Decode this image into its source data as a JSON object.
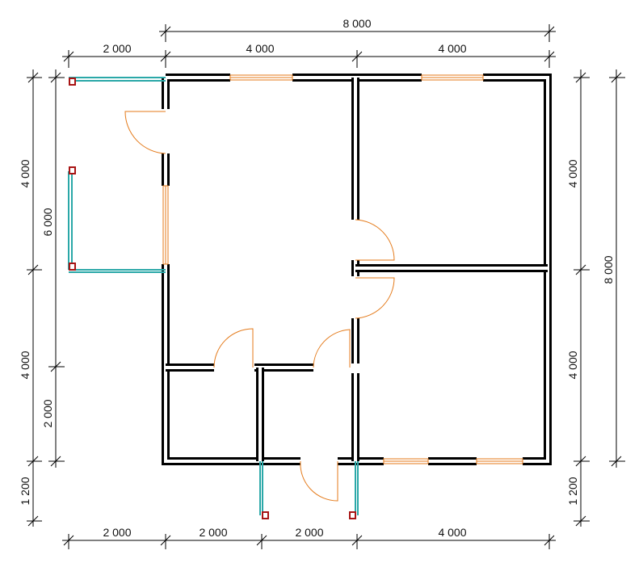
{
  "dimensions": {
    "top_overall": "8 000",
    "top_seg_1": "2 000",
    "top_seg_2": "4 000",
    "top_seg_3": "4 000",
    "bottom_seg_1": "2 000",
    "bottom_seg_2": "2 000",
    "bottom_seg_3": "2 000",
    "bottom_seg_4": "4 000",
    "left_outer_1": "4 000",
    "left_outer_2": "4 000",
    "left_outer_3": "1 200",
    "left_inner_1": "6 000",
    "left_inner_2": "2 000",
    "right_inner_1": "4 000",
    "right_inner_2": "4 000",
    "right_inner_3": "1 200",
    "right_overall": "8 000"
  },
  "colors": {
    "walls": "#000000",
    "openings": "#e47a1a",
    "railing": "#2aa8a8",
    "posts": "#a81414"
  }
}
